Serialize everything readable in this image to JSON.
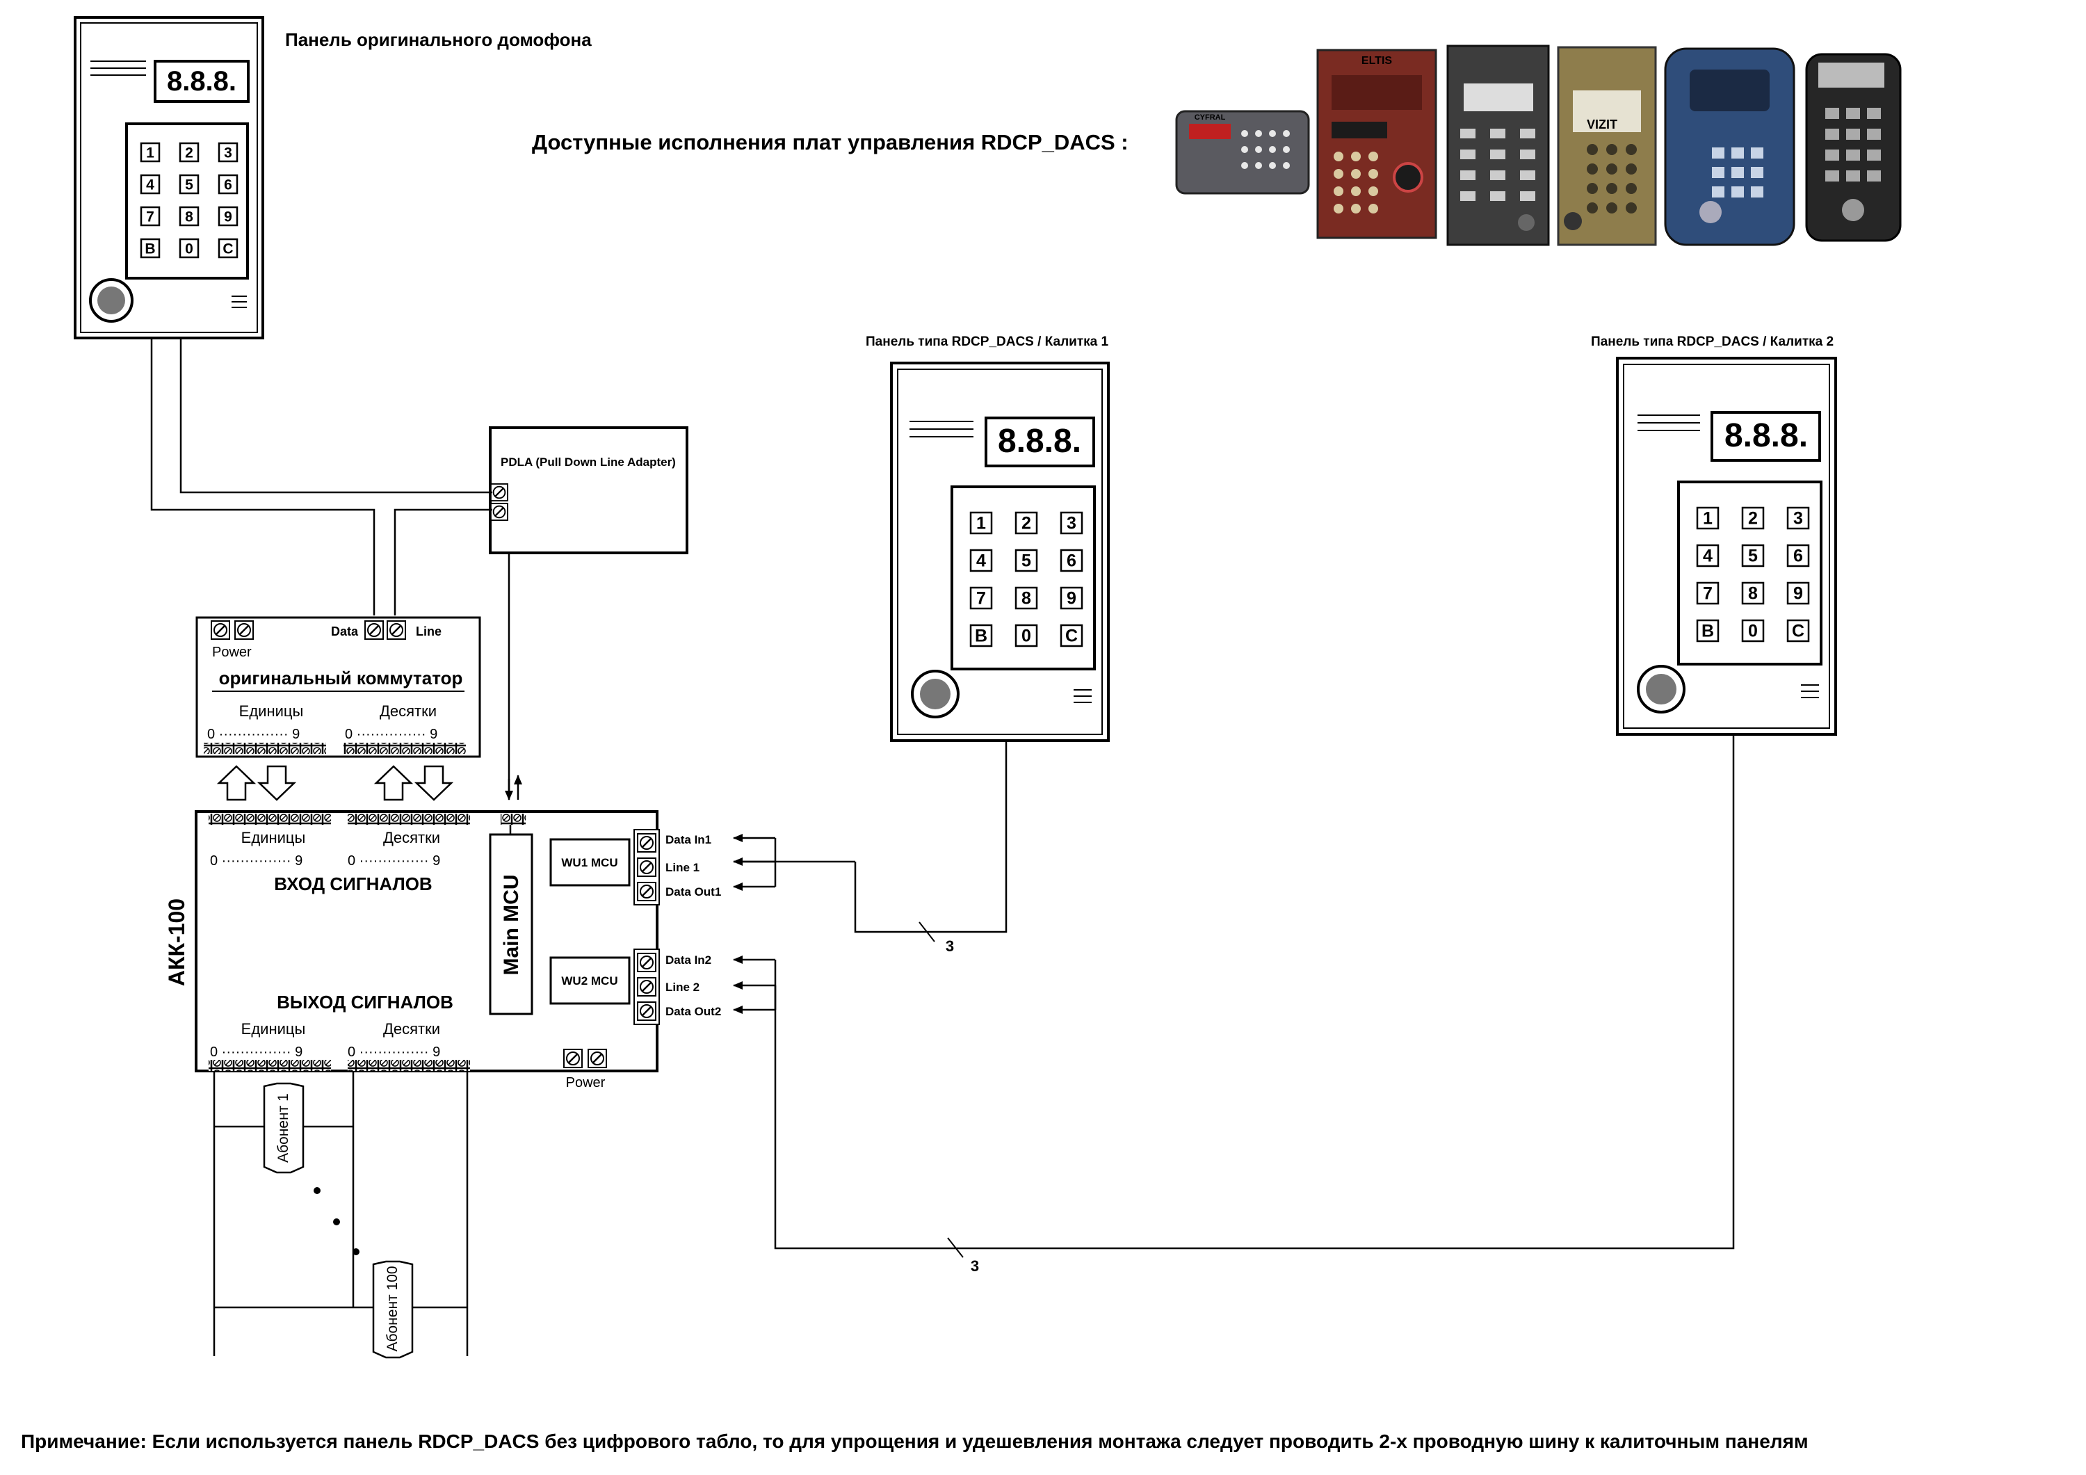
{
  "panel_orig_title": "Панель оригинального домофона",
  "available_title": "Доступные исполнения плат управления  RDCP_DACS :",
  "panel_k1_title": "Панель типа RDCP_DACS / Калитка 1",
  "panel_k2_title": "Панель типа RDCP_DACS / Калитка 2",
  "display_text": "8.8.8.",
  "keypad_keys": [
    "1",
    "2",
    "3",
    "4",
    "5",
    "6",
    "7",
    "8",
    "9",
    "B",
    "0",
    "C"
  ],
  "pdla_label": "PDLA (Pull Down Line Adapter)",
  "switch": {
    "power": "Power",
    "data": "Data",
    "line": "Line",
    "title": "оригинальный коммутатор",
    "units": "Единицы",
    "tens": "Десятки",
    "range_units": "0 ··············· 9",
    "range_tens": "0 ··············· 9"
  },
  "akk": {
    "name": "АКК-100",
    "units_in": "Единицы",
    "tens_in": "Десятки",
    "range_units_in": "0 ··············· 9",
    "range_tens_in": "0 ··············· 9",
    "input_signals": "ВХОД СИГНАЛОВ",
    "output_signals": "ВЫХОД СИГНАЛОВ",
    "units_out": "Единицы",
    "tens_out": "Десятки",
    "range_units_out": "0 ··············· 9",
    "range_tens_out": "0 ··············· 9",
    "main_mcu": "Main MCU",
    "wu1": "WU1 MCU",
    "wu2": "WU2 MCU",
    "data_in1": "Data In1",
    "line1": "Line 1",
    "data_out1": "Data Out1",
    "data_in2": "Data In2",
    "line2": "Line 2",
    "data_out2": "Data Out2",
    "power": "Power"
  },
  "wire_count_1": "3",
  "wire_count_2": "3",
  "subscriber_1": "Абонент 1",
  "subscriber_100": "Абонент 100",
  "photos": [
    {
      "brand": "CYFRAL",
      "color": "#5a5a60"
    },
    {
      "brand": "ELTIS",
      "color": "#7a2b22"
    },
    {
      "brand": "",
      "color": "#3d3d3d"
    },
    {
      "brand": "VIZIT",
      "color": "#8e7d4c"
    },
    {
      "brand": "",
      "color": "#2f4d7a"
    },
    {
      "brand": "",
      "color": "#262626"
    }
  ],
  "note": "Примечание: Если используется панель RDCP_DACS без цифрового табло, то для упрощения и удешевления монтажа следует проводить 2-х проводную шину к калиточным панелям"
}
